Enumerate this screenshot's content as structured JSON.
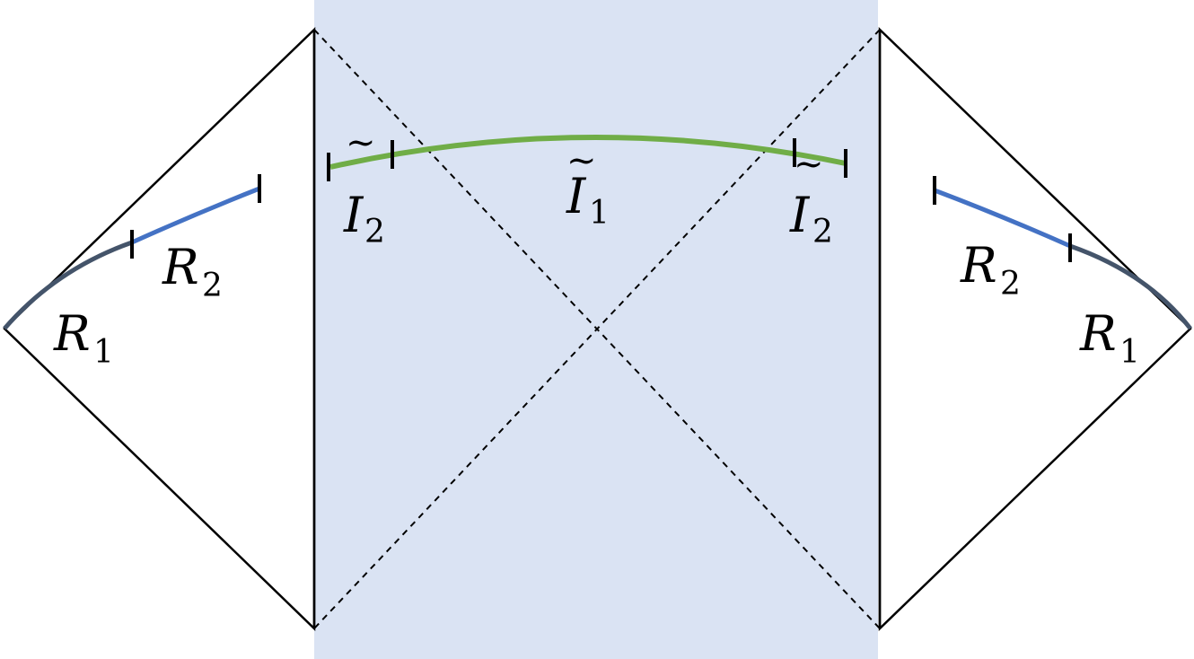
{
  "diagram": {
    "colors": {
      "shaded_region": "#dae3f3",
      "outline": "#000000",
      "green_curve": "#70ad47",
      "blue_curve": "#4472c4",
      "dark_curve": "#44546a"
    },
    "labels": {
      "i1": {
        "base": "I",
        "sub": "1",
        "tilde": "~"
      },
      "i2_left": {
        "base": "I",
        "sub": "2",
        "tilde": "~"
      },
      "i2_right": {
        "base": "I",
        "sub": "2",
        "tilde": "~"
      },
      "r2_left": {
        "base": "R",
        "sub": "2"
      },
      "r1_left": {
        "base": "R",
        "sub": "1"
      },
      "r2_right": {
        "base": "R",
        "sub": "2"
      },
      "r1_right": {
        "base": "R",
        "sub": "1"
      }
    }
  }
}
